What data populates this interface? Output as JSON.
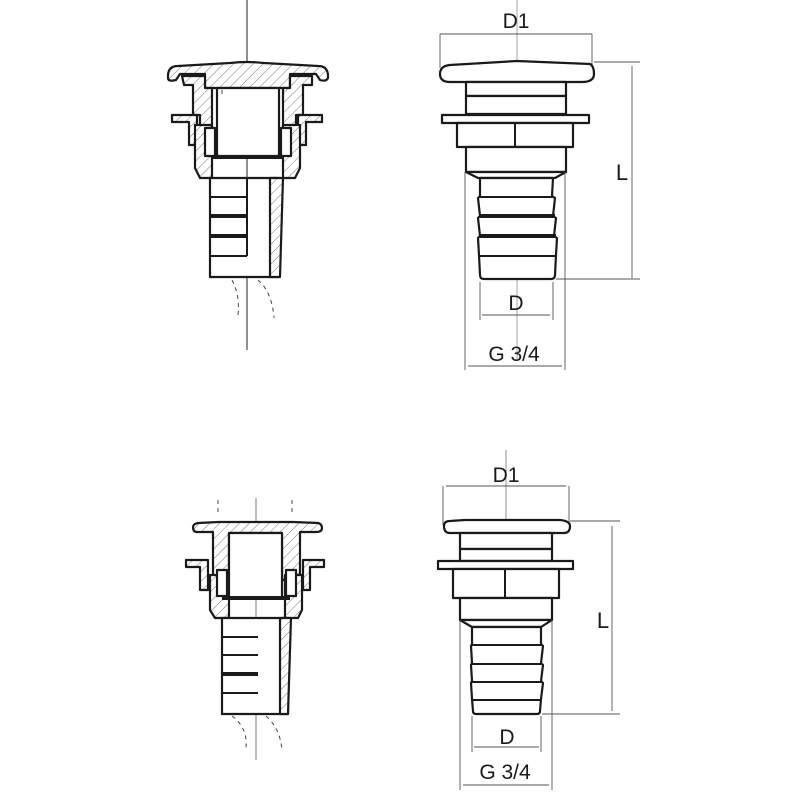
{
  "drawing": {
    "title": "Thru-hull fitting technical drawing",
    "line_color": "#1a1a1a",
    "background": "#ffffff"
  },
  "views": [
    {
      "id": "top-section",
      "type": "cross-section",
      "description": "Sectional view of large-flange thru-hull fitting with hose barb"
    },
    {
      "id": "top-elevation",
      "type": "elevation",
      "labels": {
        "flange_diameter": "D1",
        "length": "L",
        "hose_diameter": "D",
        "thread": "G 3/4"
      }
    },
    {
      "id": "bottom-section",
      "type": "cross-section",
      "description": "Sectional view of flush-flange thru-hull fitting with hose barb"
    },
    {
      "id": "bottom-elevation",
      "type": "elevation",
      "labels": {
        "flange_diameter": "D1",
        "length": "L",
        "hose_diameter": "D",
        "thread": "G 3/4"
      }
    }
  ]
}
